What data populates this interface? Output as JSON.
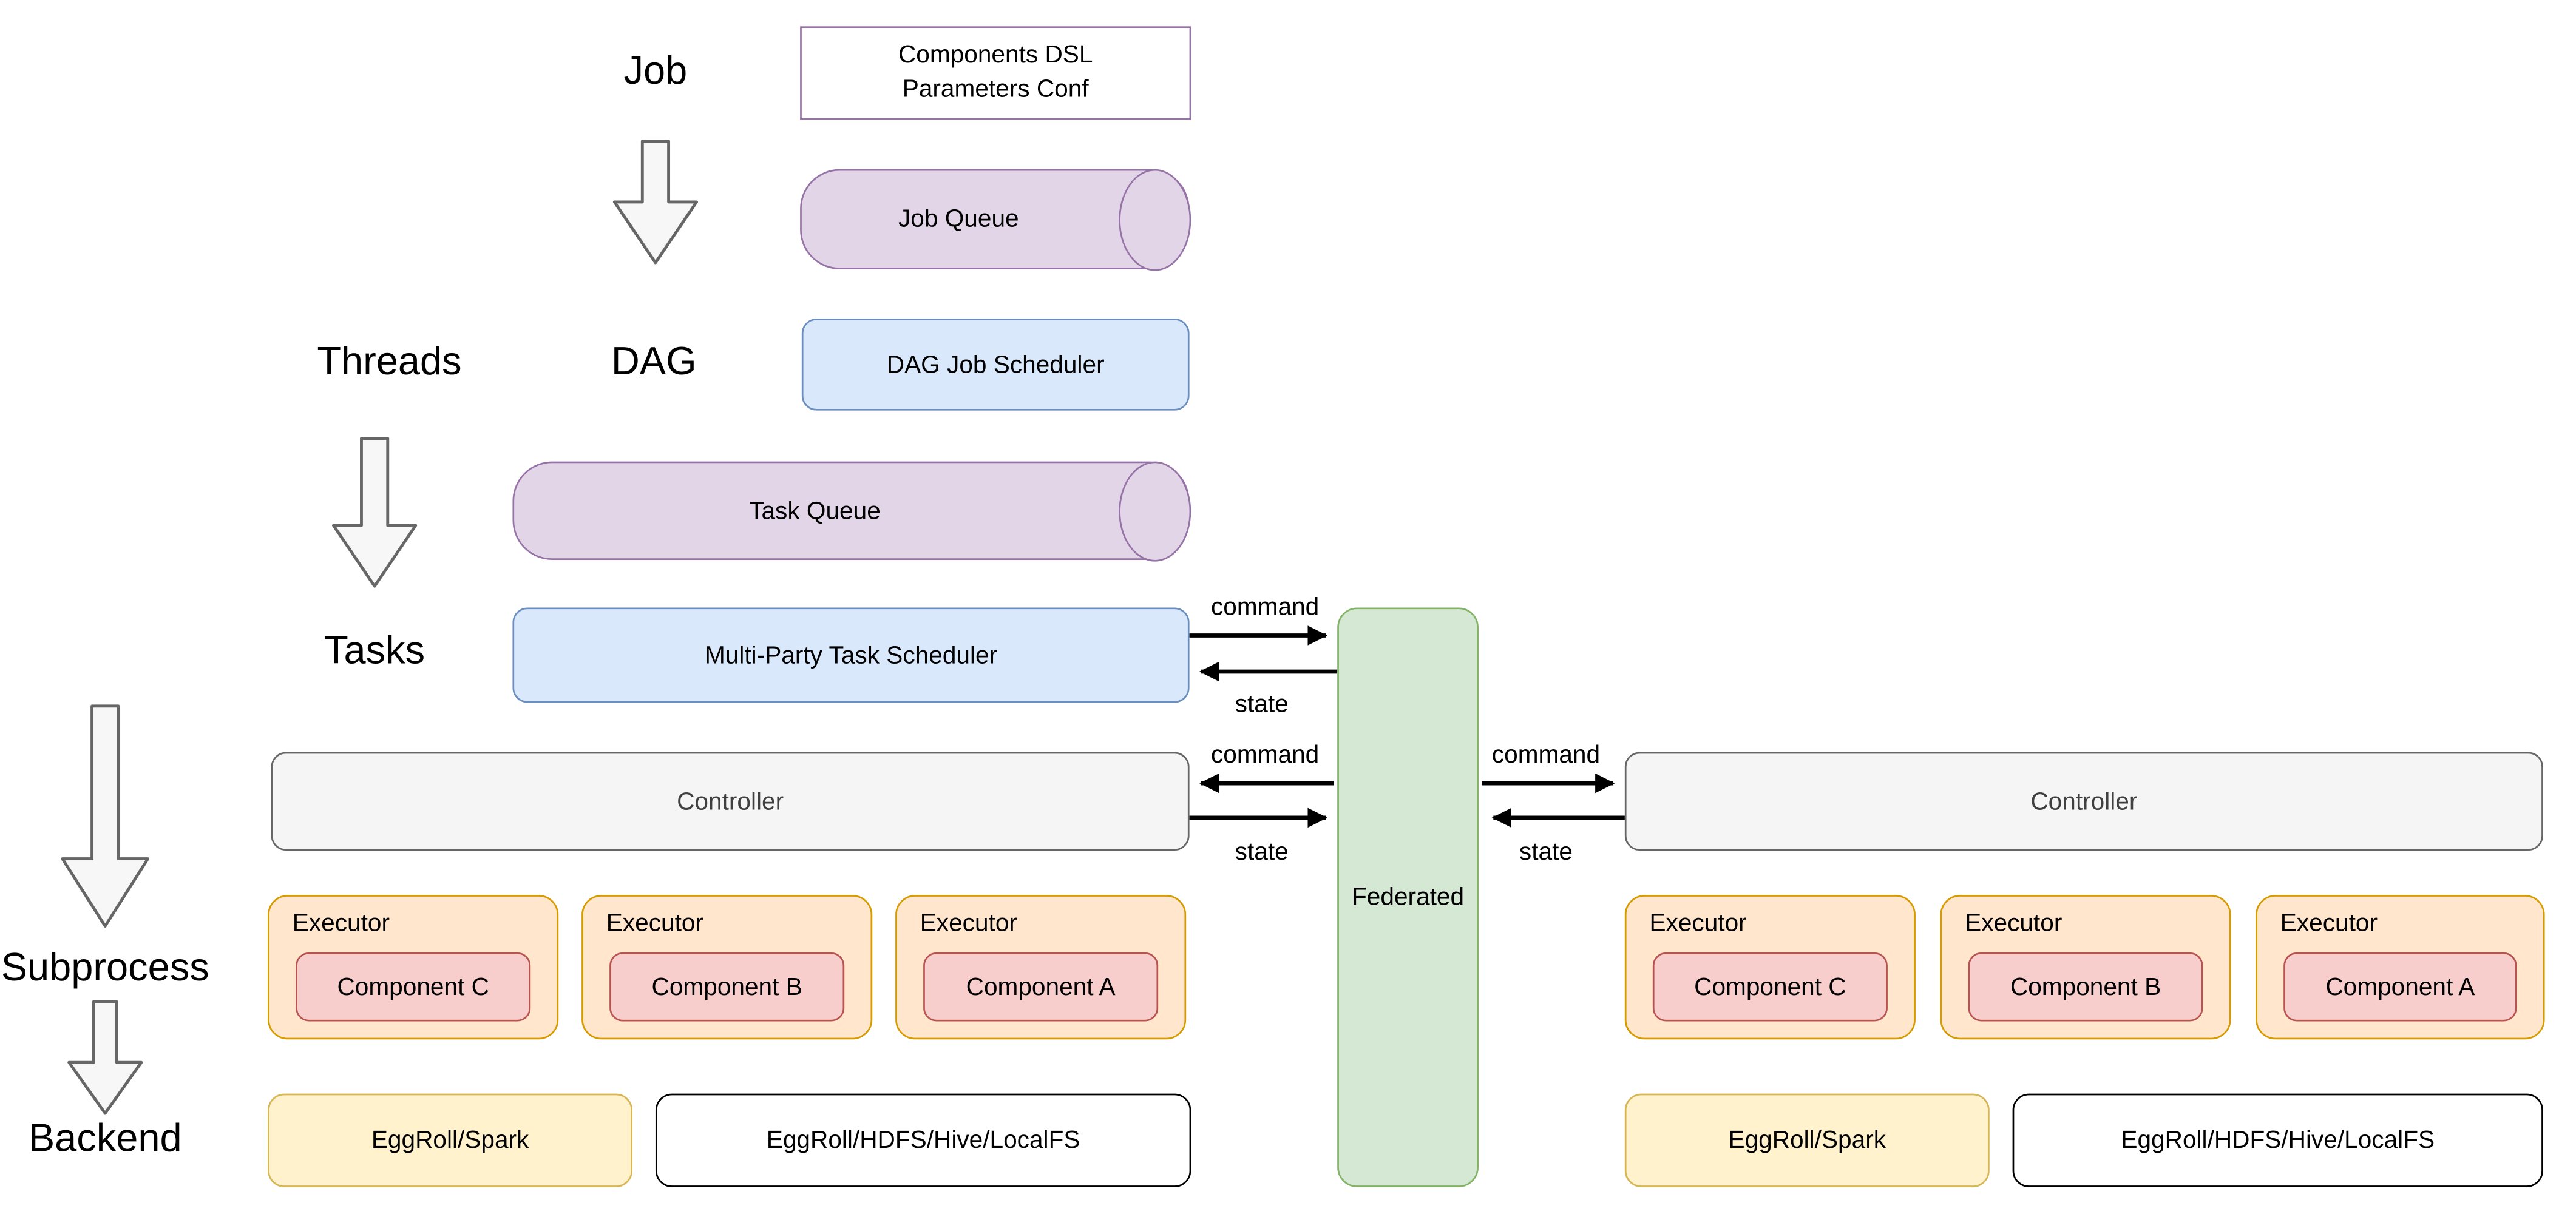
{
  "labels": {
    "job": "Job",
    "threads": "Threads",
    "dag": "DAG",
    "tasks": "Tasks",
    "subprocess": "Subprocess",
    "backend": "Backend"
  },
  "nodes": {
    "components_dsl": {
      "line1": "Components DSL",
      "line2": "Parameters Conf"
    },
    "job_queue": {
      "label": "Job Queue"
    },
    "dag_job_scheduler": {
      "label": "DAG Job Scheduler"
    },
    "task_queue": {
      "label": "Task Queue"
    },
    "multi_party_task_scheduler": {
      "label": "Multi-Party Task Scheduler"
    },
    "federated": {
      "label": "Federated"
    },
    "controller_left": {
      "label": "Controller"
    },
    "controller_right": {
      "label": "Controller"
    }
  },
  "executors": {
    "left": [
      {
        "title": "Executor",
        "component": "Component C"
      },
      {
        "title": "Executor",
        "component": "Component B"
      },
      {
        "title": "Executor",
        "component": "Component A"
      }
    ],
    "right": [
      {
        "title": "Executor",
        "component": "Component C"
      },
      {
        "title": "Executor",
        "component": "Component B"
      },
      {
        "title": "Executor",
        "component": "Component A"
      }
    ]
  },
  "backends": {
    "left": [
      {
        "label": "EggRoll/Spark"
      },
      {
        "label": "EggRoll/HDFS/Hive/LocalFS"
      }
    ],
    "right": [
      {
        "label": "EggRoll/Spark"
      },
      {
        "label": "EggRoll/HDFS/Hive/LocalFS"
      }
    ]
  },
  "edge_labels": {
    "scheduler_command": "command",
    "scheduler_state": "state",
    "controller_left_command": "command",
    "controller_left_state": "state",
    "controller_right_command": "command",
    "controller_right_state": "state"
  },
  "colors": {
    "queue_fill": "#E1D5E7",
    "queue_stroke": "#9673A6",
    "scheduler_fill": "#DAE8FC",
    "scheduler_stroke": "#6C8EBF",
    "federated_fill": "#D5E8D4",
    "federated_stroke": "#82B366",
    "controller_fill": "#F5F5F5",
    "controller_stroke": "#666666",
    "executor_fill": "#FFE6CC",
    "executor_stroke": "#D79B00",
    "component_fill": "#F8CECC",
    "component_stroke": "#B85450",
    "spark_fill": "#FFF2CC",
    "spark_stroke": "#D6B656",
    "arrow_color": "#000000"
  }
}
